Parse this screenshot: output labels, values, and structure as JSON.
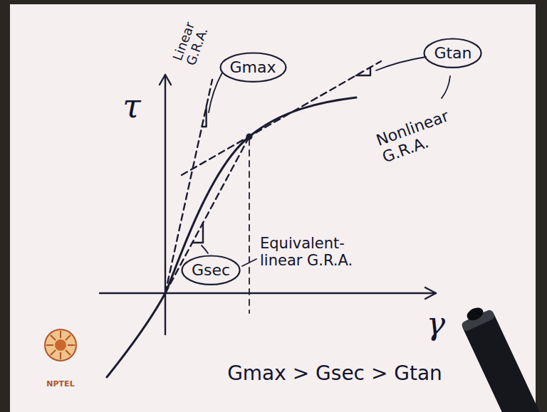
{
  "diagram": {
    "nodes": [
      {
        "text": [
          "Gmax"
        ]
      },
      {
        "text": [
          "Gtan"
        ]
      },
      {
        "text": [
          "Gsec"
        ]
      }
    ],
    "labels": [
      "Linear G.R.A.",
      "τ",
      "Nonlinear G.R.A.",
      "Equivalent-linear G.R.A.",
      "γ",
      "Gmax > Gsec > Gtan",
      "NPTEL"
    ]
  }
}
